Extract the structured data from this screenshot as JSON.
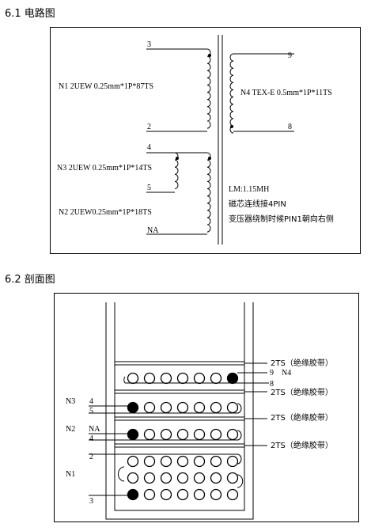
{
  "section1": {
    "heading": "6.1 电路图",
    "pin_3": "3",
    "pin_2": "2",
    "pin_9": "9",
    "pin_8": "8",
    "pin_4": "4",
    "pin_5": "5",
    "pin_na": "NA",
    "winding_n1": "N1 2UEW 0.25mm*1P*87TS",
    "winding_n4": "N4 TEX-E 0.5mm*1P*11TS",
    "winding_n3": "N3 2UEW 0.25mm*1P*14TS",
    "winding_n2": "N2 2UEW0.25mm*1P*18TS",
    "note_lm": "LM:1.15MH",
    "note_core": "磁芯连线接4PIN",
    "note_pin1": "变压器绕制时候PIN1朝向右侧"
  },
  "section2": {
    "heading": "6.2 剖面图",
    "tape_1": "2TS（绝缘胶带）",
    "tape_2": "2TS（绝缘胶带）",
    "tape_3": "2TS（绝缘胶带）",
    "tape_4": "2TS（绝缘胶带）",
    "n4_label": "N4",
    "n4_pin_9": "9",
    "n4_pin_8": "8",
    "n3_label": "N3",
    "n3_pin_4": "4",
    "n3_pin_5": "5",
    "n2_label": "N2",
    "n2_pin_na": "NA",
    "n2_pin_4": "4",
    "n1_label": "N1",
    "n1_pin_2": "2",
    "n1_pin_3": "3"
  }
}
